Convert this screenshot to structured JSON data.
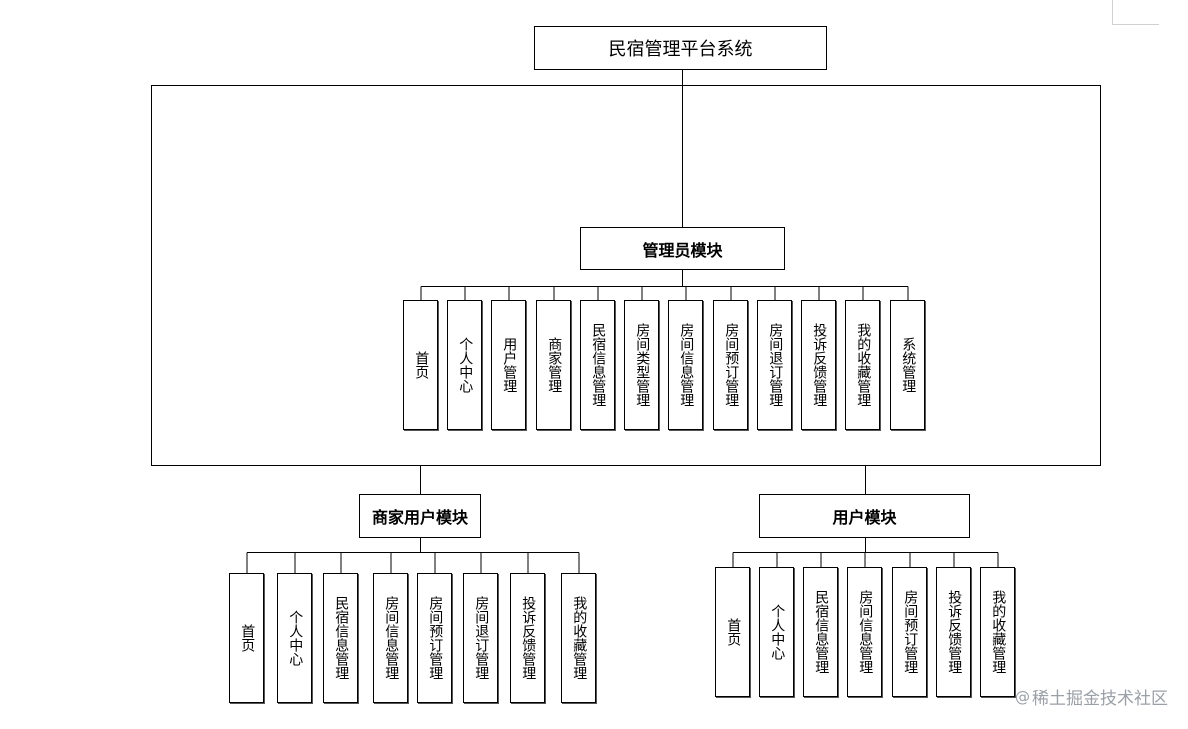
{
  "root": {
    "label": "民宿管理平台系统"
  },
  "admin": {
    "label": "管理员模块",
    "items": [
      "首页",
      "个人中心",
      "用户管理",
      "商家管理",
      "民宿信息管理",
      "房间类型管理",
      "房间信息管理",
      "房间预订管理",
      "房间退订管理",
      "投诉反馈管理",
      "我的收藏管理",
      "系统管理"
    ]
  },
  "merchant": {
    "label": "商家用户模块",
    "items": [
      "首页",
      "个人中心",
      "民宿信息管理",
      "房间信息管理",
      "房间预订管理",
      "房间退订管理",
      "投诉反馈管理",
      "我的收藏管理"
    ]
  },
  "user": {
    "label": "用户模块",
    "items": [
      "首页",
      "个人中心",
      "民宿信息管理",
      "房间信息管理",
      "房间预订管理",
      "投诉反馈管理",
      "我的收藏管理"
    ]
  },
  "watermark": {
    "icon": "at-icon",
    "text": "稀土掘金技术社区"
  }
}
